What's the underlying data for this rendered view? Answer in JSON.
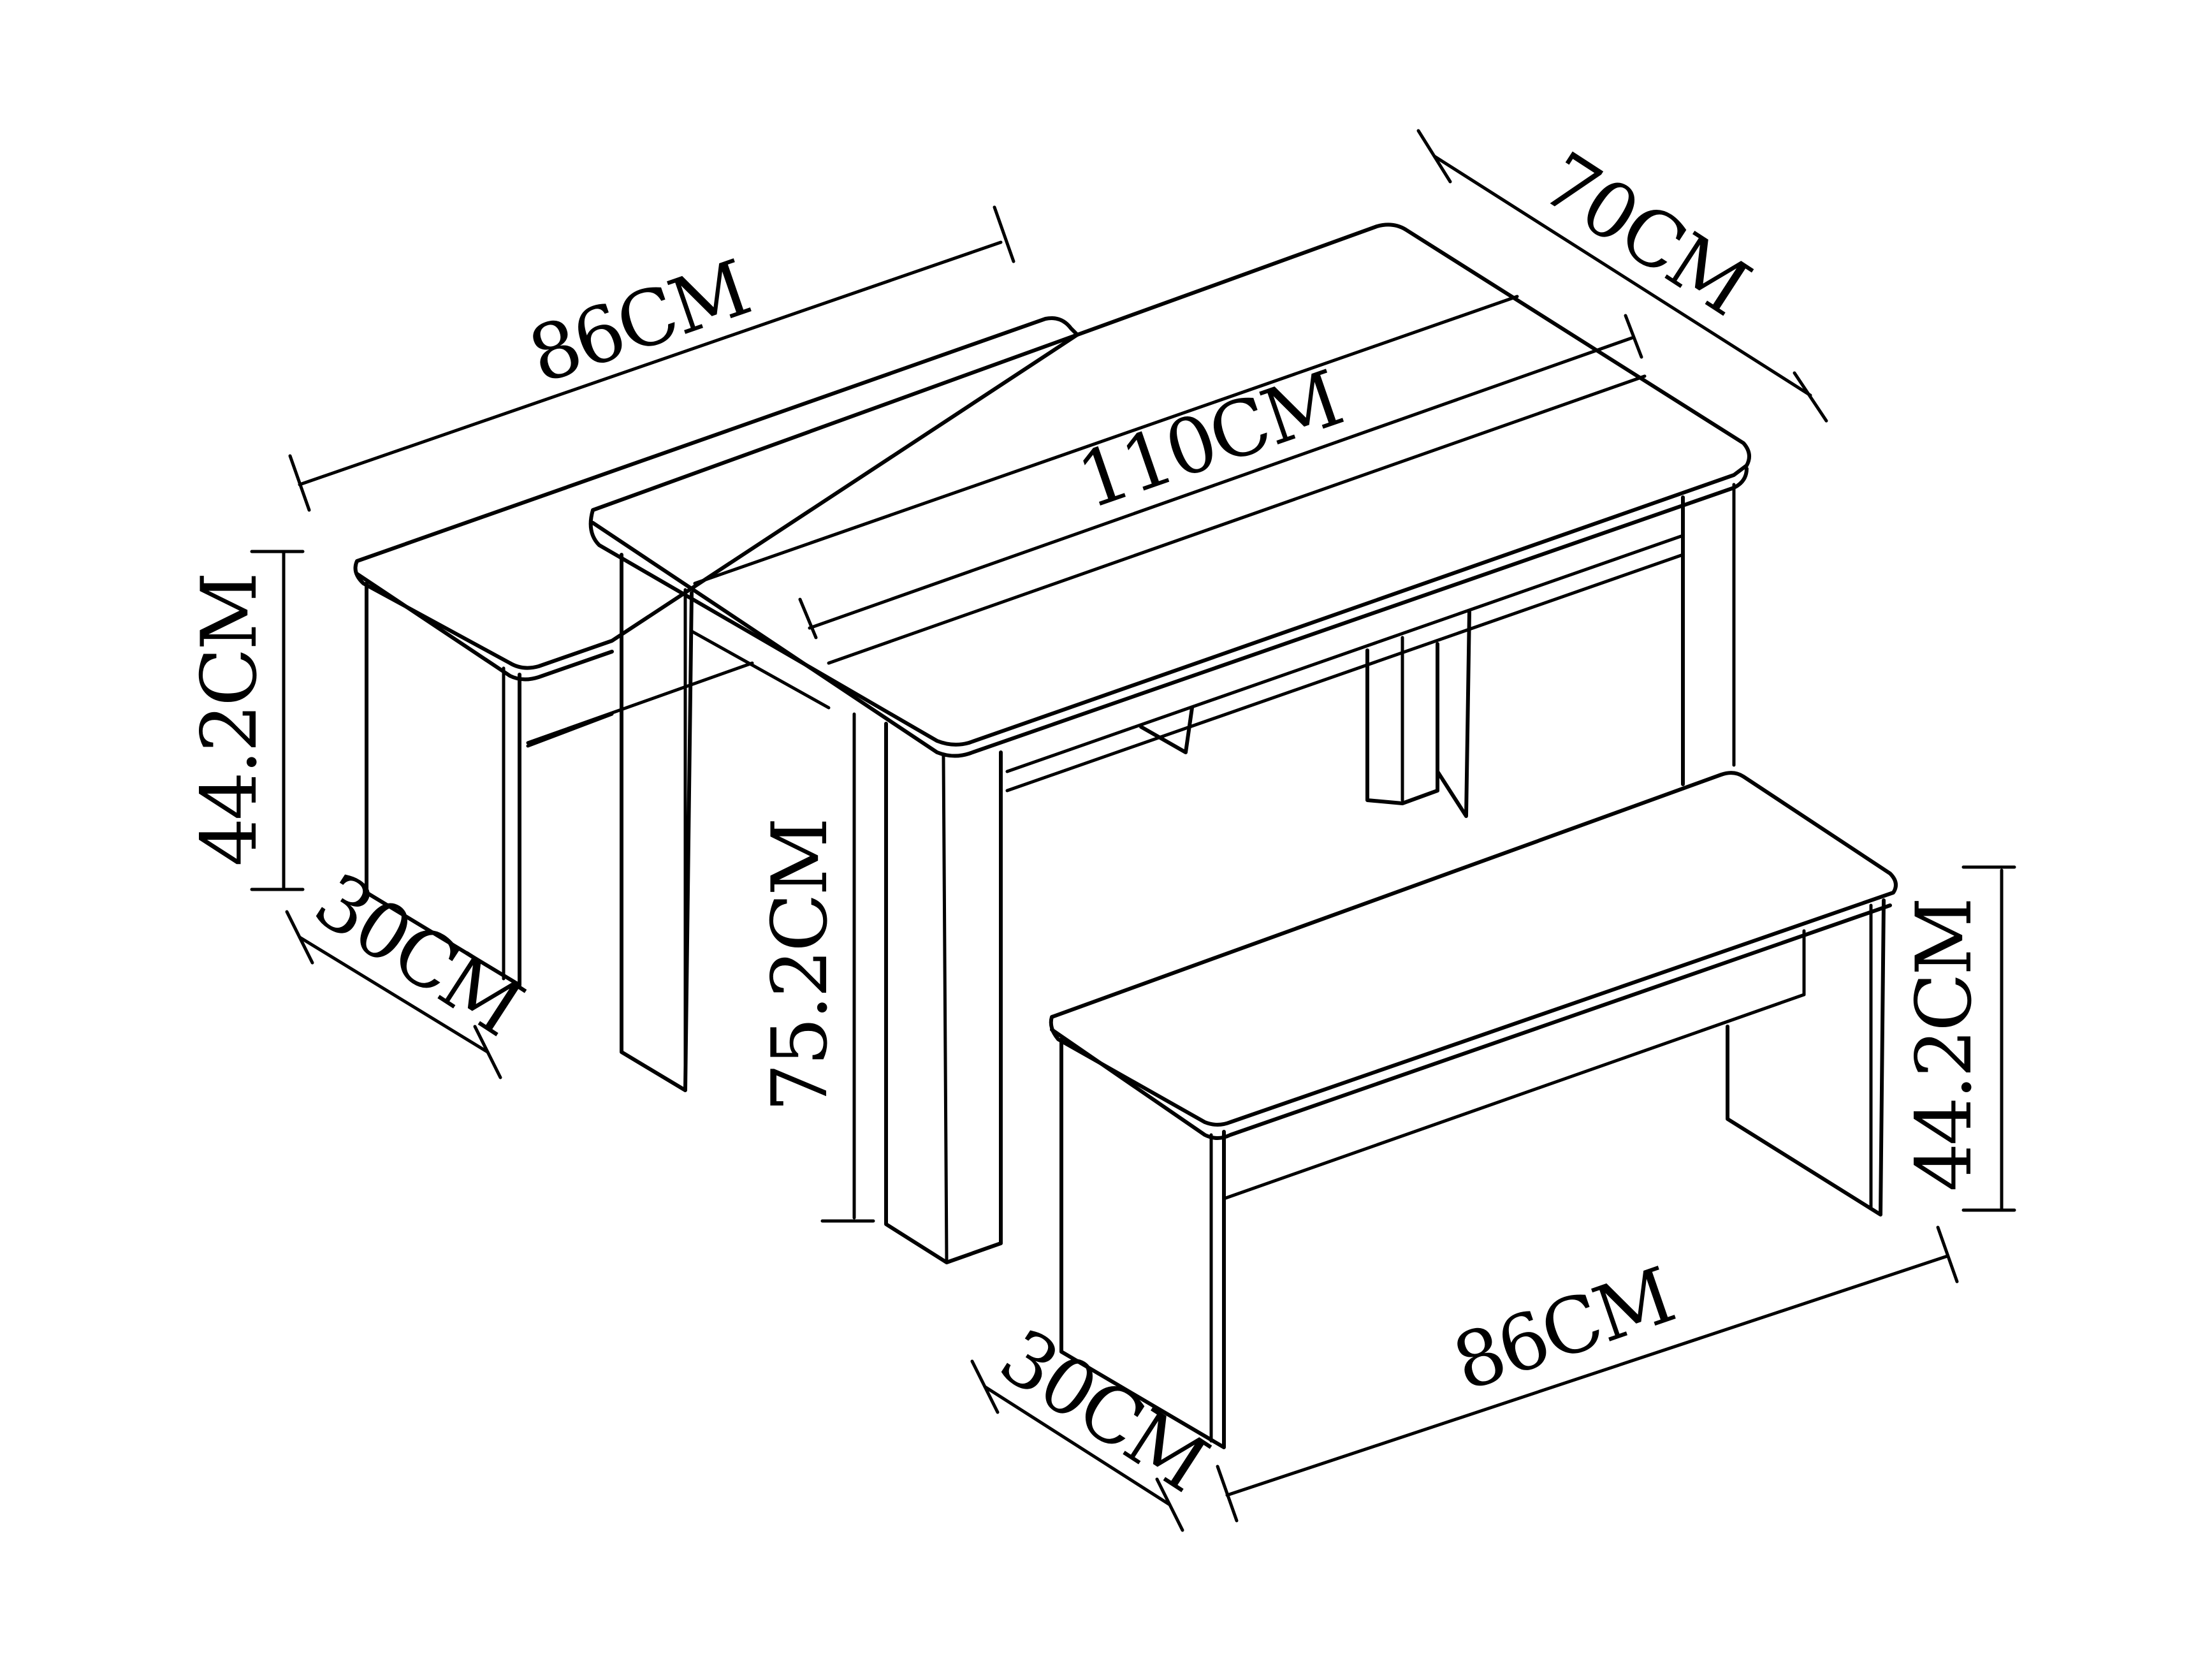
{
  "labels": {
    "bench_back_length": "86CM",
    "table_width": "70CM",
    "table_length": "110CM",
    "bench_back_height": "44.2CM",
    "bench_back_depth": "30CM",
    "table_height": "75.2CM",
    "bench_front_height": "44.2CM",
    "bench_front_depth": "30CM",
    "bench_front_length": "86CM"
  }
}
